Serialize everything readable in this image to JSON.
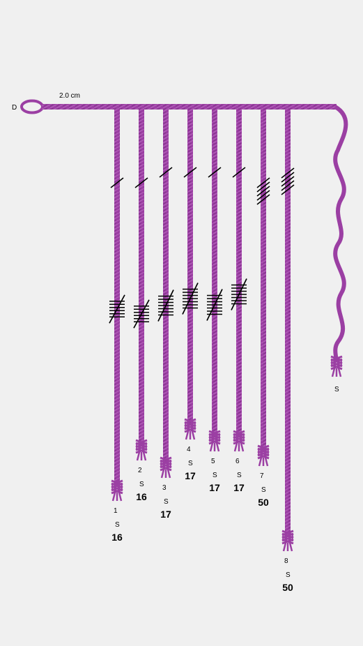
{
  "primary": {
    "label": "D",
    "length_label": "2.0 cm",
    "color": "#9b3fa3"
  },
  "pendants": [
    {
      "number": "1",
      "twist": "S",
      "value": "16",
      "color": "#9b3fa3",
      "ones_knot_turns": 6,
      "tens_knots": 1,
      "hundreds_knots": 0
    },
    {
      "number": "2",
      "twist": "S",
      "value": "16",
      "color": "#9b3fa3",
      "ones_knot_turns": 6,
      "tens_knots": 1,
      "hundreds_knots": 0
    },
    {
      "number": "3",
      "twist": "S",
      "value": "17",
      "color": "#9b3fa3",
      "ones_knot_turns": 7,
      "tens_knots": 1,
      "hundreds_knots": 0
    },
    {
      "number": "4",
      "twist": "S",
      "value": "17",
      "color": "#9b3fa3",
      "ones_knot_turns": 7,
      "tens_knots": 1,
      "hundreds_knots": 0
    },
    {
      "number": "5",
      "twist": "S",
      "value": "17",
      "color": "#9b3fa3",
      "ones_knot_turns": 7,
      "tens_knots": 1,
      "hundreds_knots": 0
    },
    {
      "number": "6",
      "twist": "S",
      "value": "17",
      "color": "#9b3fa3",
      "ones_knot_turns": 7,
      "tens_knots": 1,
      "hundreds_knots": 0
    },
    {
      "number": "7",
      "twist": "S",
      "value": "50",
      "color": "#9b3fa3",
      "ones_knot_turns": 0,
      "tens_knots": 5,
      "hundreds_knots": 0
    },
    {
      "number": "8",
      "twist": "S",
      "value": "50",
      "color": "#9b3fa3",
      "ones_knot_turns": 0,
      "tens_knots": 5,
      "hundreds_knots": 0
    }
  ],
  "loose_end": {
    "twist": "S",
    "color": "#9b3fa3"
  }
}
